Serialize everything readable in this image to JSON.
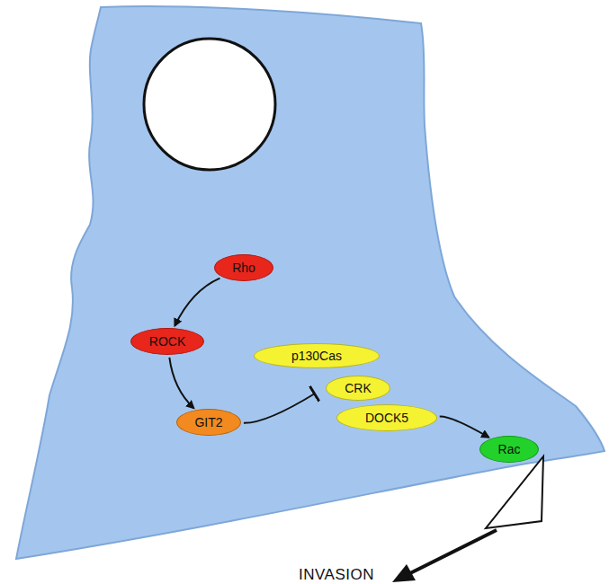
{
  "diagram": {
    "nodes": [
      {
        "text": [
          "Rho"
        ]
      },
      {
        "text": [
          "ROCK"
        ]
      },
      {
        "text": [
          "GIT2"
        ]
      },
      {
        "text": [
          "p130Cas"
        ]
      },
      {
        "text": [
          "CRK"
        ]
      },
      {
        "text": [
          "DOCK5"
        ]
      },
      {
        "text": [
          "Rac"
        ]
      }
    ],
    "edges": [
      {
        "from": 0,
        "to": 1,
        "arrow": "to"
      },
      {
        "from": 1,
        "to": 2,
        "arrow": "to"
      },
      {
        "from": 2,
        "to": 4,
        "arrow": "to"
      },
      {
        "from": 5,
        "to": 6,
        "arrow": "to"
      }
    ],
    "labels": [
      "INVASION"
    ]
  }
}
